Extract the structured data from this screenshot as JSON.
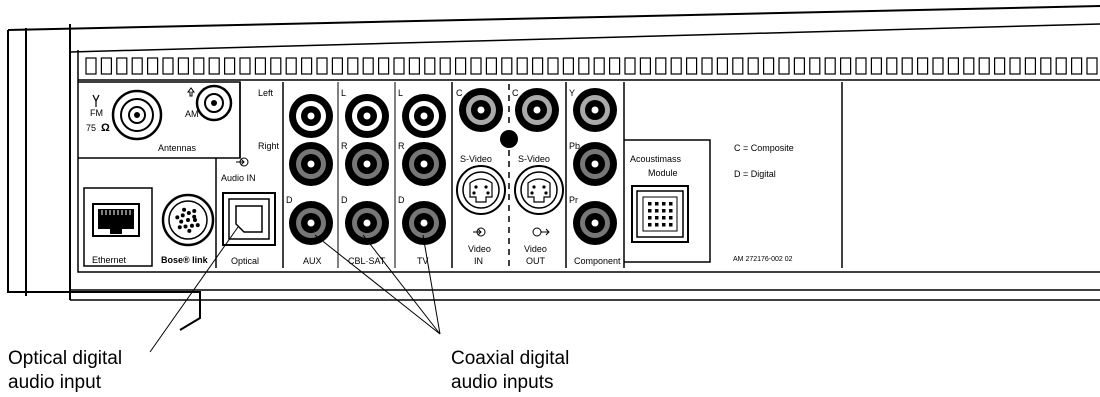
{
  "antennas": {
    "fm_label": "FM",
    "fm_ohms": "75",
    "ohm_symbol": "Ω",
    "am_label": "AM",
    "section_label": "Antennas"
  },
  "audio_in": {
    "label": "Audio IN",
    "left": "Left",
    "right": "Right",
    "digital_marker": "D",
    "l": "L",
    "r": "R",
    "columns": [
      "AUX",
      "CBL·SAT",
      "TV"
    ]
  },
  "video": {
    "c_marker": "C",
    "svideo": "S-Video",
    "in_label": [
      "Video",
      "IN"
    ],
    "out_label": [
      "Video",
      "OUT"
    ]
  },
  "component": {
    "y": "Y",
    "pb": "Pb",
    "pr": "Pr",
    "label": "Component"
  },
  "acoustimass": {
    "label": [
      "Acoustimass",
      "Module"
    ],
    "part_number": "AM 272176-002 02"
  },
  "legend": {
    "composite": "C = Composite",
    "digital": "D = Digital"
  },
  "bottom_ports": {
    "ethernet": "Ethernet",
    "bose_link": "Bose® link",
    "optical": "Optical"
  },
  "callouts": {
    "optical": [
      "Optical digital",
      "audio input"
    ],
    "coaxial": [
      "Coaxial digital",
      "audio inputs"
    ]
  }
}
